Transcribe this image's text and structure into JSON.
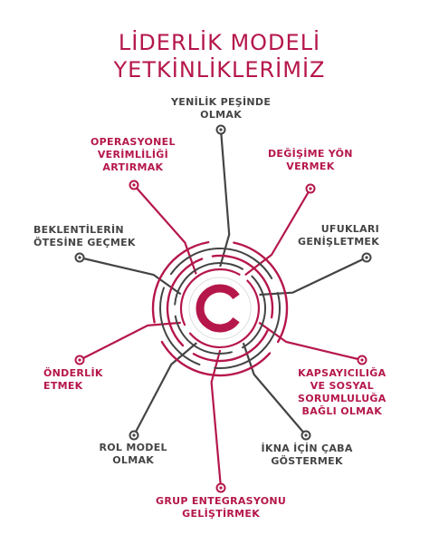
{
  "title": {
    "line1": "LİDERLİK MODELİ",
    "line2": "YETKİNLİKLERİMİZ"
  },
  "colors": {
    "accent": "#b5174a",
    "neutral": "#444444"
  },
  "center_logo": "circle-c-logo",
  "competencies": [
    {
      "id": "yenilik",
      "lines": [
        "YENİLİK PEŞİNDE",
        "OLMAK"
      ],
      "color": "gray"
    },
    {
      "id": "degisime",
      "lines": [
        "DEĞİŞİME YÖN",
        "VERMEK"
      ],
      "color": "red"
    },
    {
      "id": "ufuklari",
      "lines": [
        "UFUKLARI",
        "GENİŞLETMEK"
      ],
      "color": "gray"
    },
    {
      "id": "kapsayicilik",
      "lines": [
        "KAPSAYICILIĞA",
        "VE SOSYAL",
        "SORUMLULUĞA",
        "BAĞLI OLMAK"
      ],
      "color": "red"
    },
    {
      "id": "ikna",
      "lines": [
        "İKNA İÇİN ÇABA",
        "GÖSTERMEK"
      ],
      "color": "gray"
    },
    {
      "id": "grup",
      "lines": [
        "GRUP ENTEGRASYONU",
        "GELİŞTİRMEK"
      ],
      "color": "red"
    },
    {
      "id": "rol",
      "lines": [
        "ROL MODEL",
        "OLMAK"
      ],
      "color": "gray"
    },
    {
      "id": "onderlik",
      "lines": [
        "ÖNDERLİK",
        "ETMEK"
      ],
      "color": "red"
    },
    {
      "id": "beklentiler",
      "lines": [
        "BEKLENTİLERİN",
        "ÖTESİNE GEÇMEK"
      ],
      "color": "gray"
    },
    {
      "id": "operasyonel",
      "lines": [
        "OPERASYONEL",
        "VERİMLİLİĞİ",
        "ARTIRMAK"
      ],
      "color": "red"
    }
  ]
}
